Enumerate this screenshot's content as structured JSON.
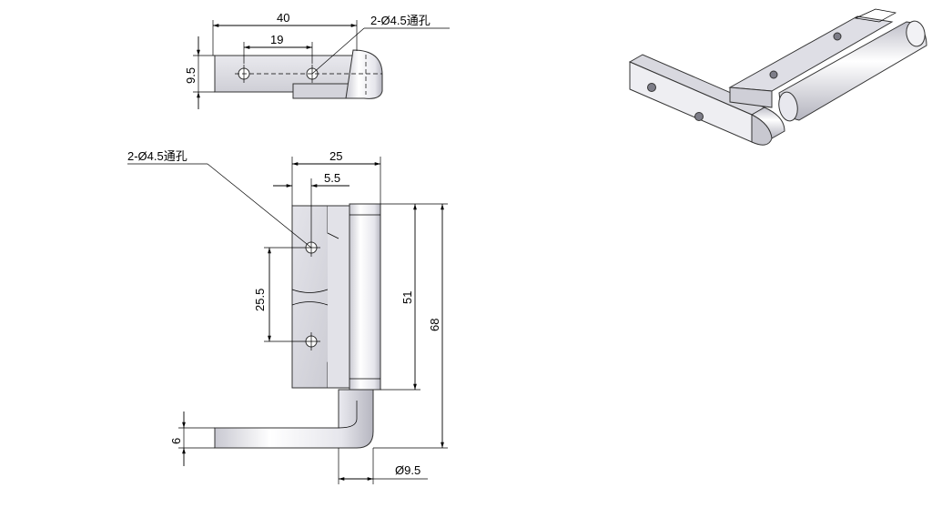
{
  "top_view": {
    "dim_overall_length": "40",
    "dim_hole_spacing": "19",
    "dim_height": "9.5",
    "hole_callout": "2-Ø4.5通孔"
  },
  "front_view": {
    "hole_callout": "2-Ø4.5通孔",
    "dim_width": "25",
    "dim_hole_offset": "5.5",
    "dim_hole_spacing": "25.5",
    "dim_barrel_length": "51",
    "dim_total_height": "68",
    "dim_leg_thickness": "6",
    "dim_pin_diameter": "Ø9.5"
  },
  "colors": {
    "steel_light": "#f4f4f6",
    "steel_mid": "#d9d9df",
    "steel_dark": "#a9a9b3",
    "line": "#000000"
  }
}
